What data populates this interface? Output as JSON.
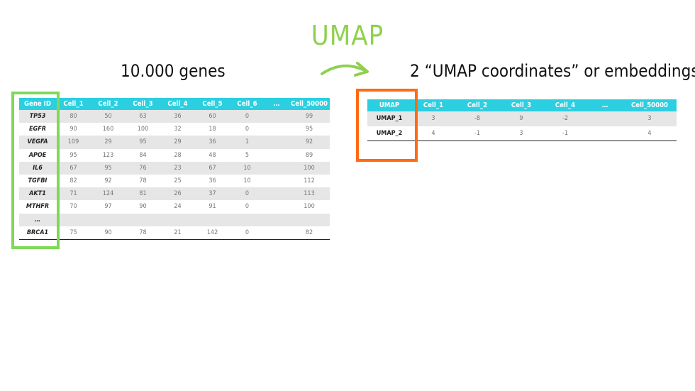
{
  "header": {
    "method_title": "UMAP",
    "left_title": "10.000 genes",
    "right_title": "2 “UMAP coordinates” or embeddings"
  },
  "gene_table": {
    "columns": [
      "Gene ID",
      "Cell_1",
      "Cell_2",
      "Cell_3",
      "Cell_4",
      "Cell_5",
      "Cell_6",
      "…",
      "Cell_50000"
    ],
    "rows": [
      [
        "TP53",
        "80",
        "50",
        "63",
        "36",
        "60",
        "0",
        "",
        "99"
      ],
      [
        "EGFR",
        "90",
        "160",
        "100",
        "32",
        "18",
        "0",
        "",
        "95"
      ],
      [
        "VEGFA",
        "109",
        "29",
        "95",
        "29",
        "36",
        "1",
        "",
        "92"
      ],
      [
        "APOE",
        "95",
        "123",
        "84",
        "28",
        "48",
        "5",
        "",
        "89"
      ],
      [
        "IL6",
        "67",
        "95",
        "76",
        "23",
        "67",
        "10",
        "",
        "100"
      ],
      [
        "TGFBI",
        "82",
        "92",
        "78",
        "25",
        "36",
        "10",
        "",
        "112"
      ],
      [
        "AKT1",
        "71",
        "124",
        "81",
        "26",
        "37",
        "0",
        "",
        "113"
      ],
      [
        "MTHFR",
        "70",
        "97",
        "90",
        "24",
        "91",
        "0",
        "",
        "100"
      ],
      [
        "…",
        "",
        "",
        "",
        "",
        "",
        "",
        "",
        ""
      ],
      [
        "BRCA1",
        "75",
        "90",
        "78",
        "21",
        "142",
        "0",
        "",
        "82"
      ]
    ]
  },
  "umap_table": {
    "columns": [
      "UMAP",
      "Cell_1",
      "Cell_2",
      "Cell_3",
      "Cell_4",
      "…",
      "Cell_50000"
    ],
    "rows": [
      [
        "UMAP_1",
        "3",
        "-8",
        "9",
        "-2",
        "",
        "3"
      ],
      [
        "UMAP_2",
        "4",
        "-1",
        "3",
        "-1",
        "",
        "4"
      ]
    ]
  },
  "colors": {
    "header_bg": "#2ccfe0",
    "gene_highlight": "#7ed957",
    "umap_highlight": "#ff6a13",
    "title_green": "#8fd14f"
  }
}
